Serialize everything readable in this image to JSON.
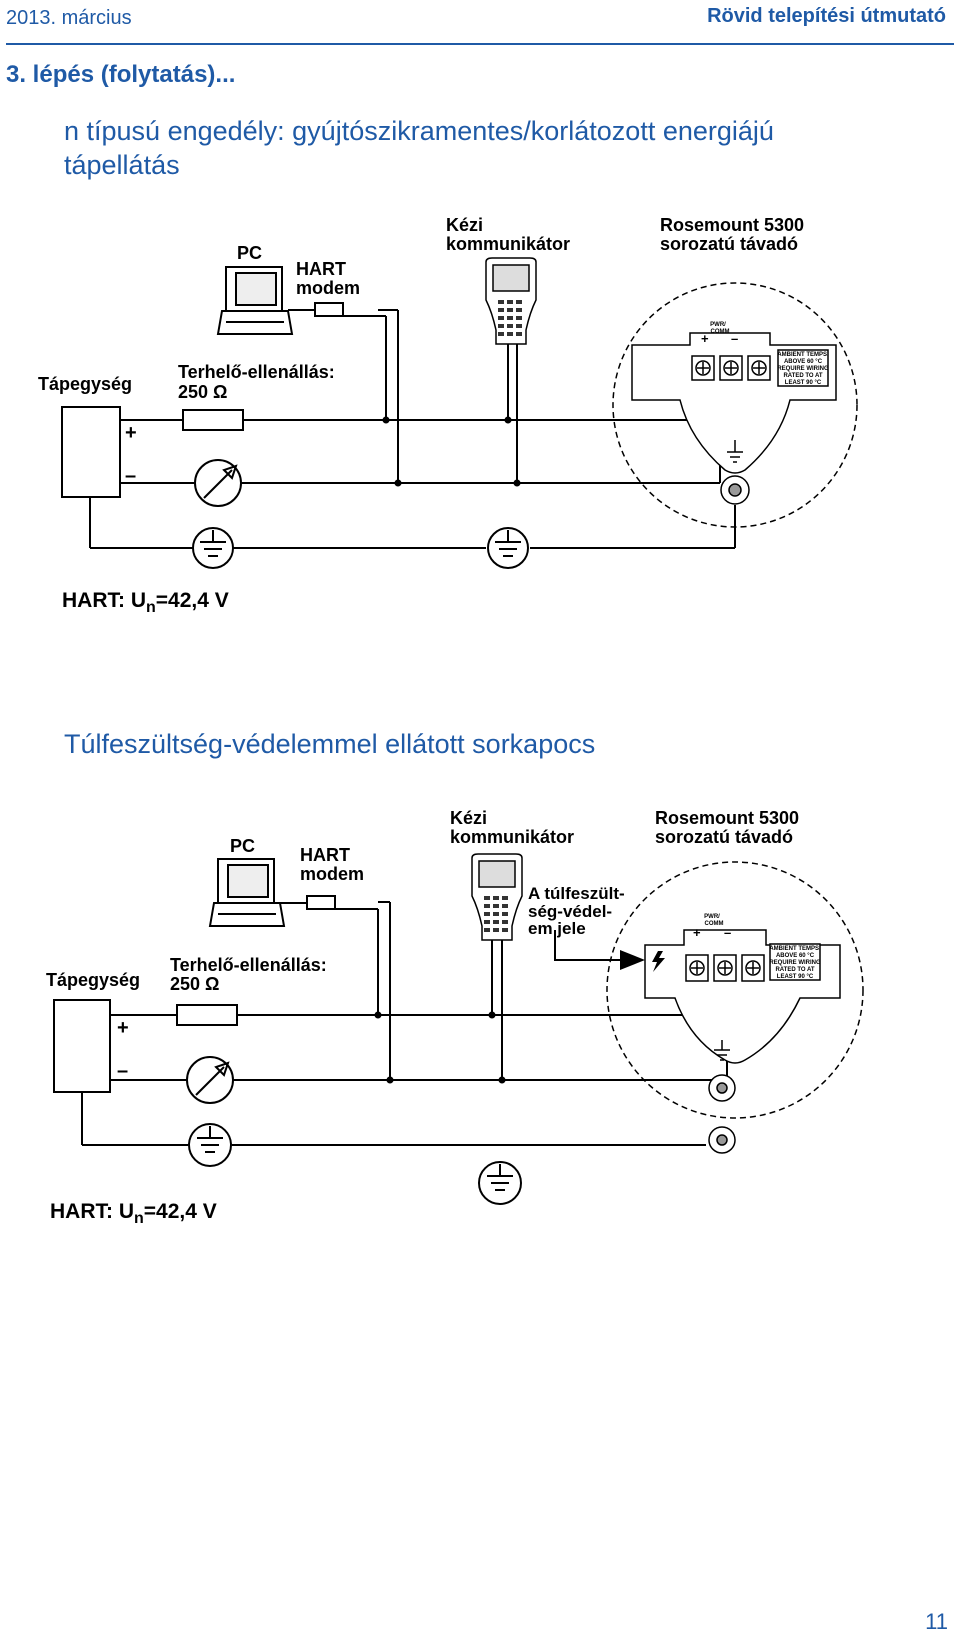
{
  "header": {
    "date": "2013. március",
    "doc_title": "Rövid telepítési útmutató"
  },
  "step_title": "3. lépés (folytatás)...",
  "section1": {
    "title_line1": "n típusú engedély: gyújtószikramentes/korlátozott energiájú",
    "title_line2": "tápellátás",
    "labels": {
      "pc": "PC",
      "hart_modem_1": "HART",
      "hart_modem_2": "modem",
      "communicator_1": "Kézi",
      "communicator_2": "kommunikátor",
      "transmitter_1": "Rosemount 5300",
      "transmitter_2": "sorozatú távadó",
      "power_supply": "Tápegység",
      "resistor_1": "Terhelő-ellenállás:",
      "resistor_2": "250 Ω",
      "plus": "+",
      "minus": "–"
    },
    "hart_voltage": {
      "prefix": "HART: U",
      "sub": "n",
      "value": "=42,4 V"
    }
  },
  "section2": {
    "title": "Túlfeszültség-védelemmel ellátott sorkapocs",
    "labels": {
      "pc": "PC",
      "hart_modem_1": "HART",
      "hart_modem_2": "modem",
      "communicator_1": "Kézi",
      "communicator_2": "kommunikátor",
      "transmitter_1": "Rosemount 5300",
      "transmitter_2": "sorozatú távadó",
      "surge_1": "A túlfeszült-",
      "surge_2": "ség-védel-",
      "surge_3": "em jele",
      "power_supply": "Tápegység",
      "resistor_1": "Terhelő-ellenállás:",
      "resistor_2": "250 Ω",
      "plus": "+",
      "minus": "–"
    },
    "hart_voltage": {
      "prefix": "HART: U",
      "sub": "n",
      "value": "=42,4 V"
    }
  },
  "housing_text": {
    "pwr_1": "PWR/",
    "pwr_2": "COMM",
    "warn_1": "AMBIENT TEMPS.",
    "warn_2": "ABOVE 60 °C",
    "warn_3": "REQUIRE WIRING",
    "warn_4": "RATED TO AT",
    "warn_5": "LEAST 90 °C",
    "plus": "+",
    "minus": "–"
  },
  "page_number": "11",
  "colors": {
    "accent": "#1f5aa6",
    "line": "#000000"
  }
}
